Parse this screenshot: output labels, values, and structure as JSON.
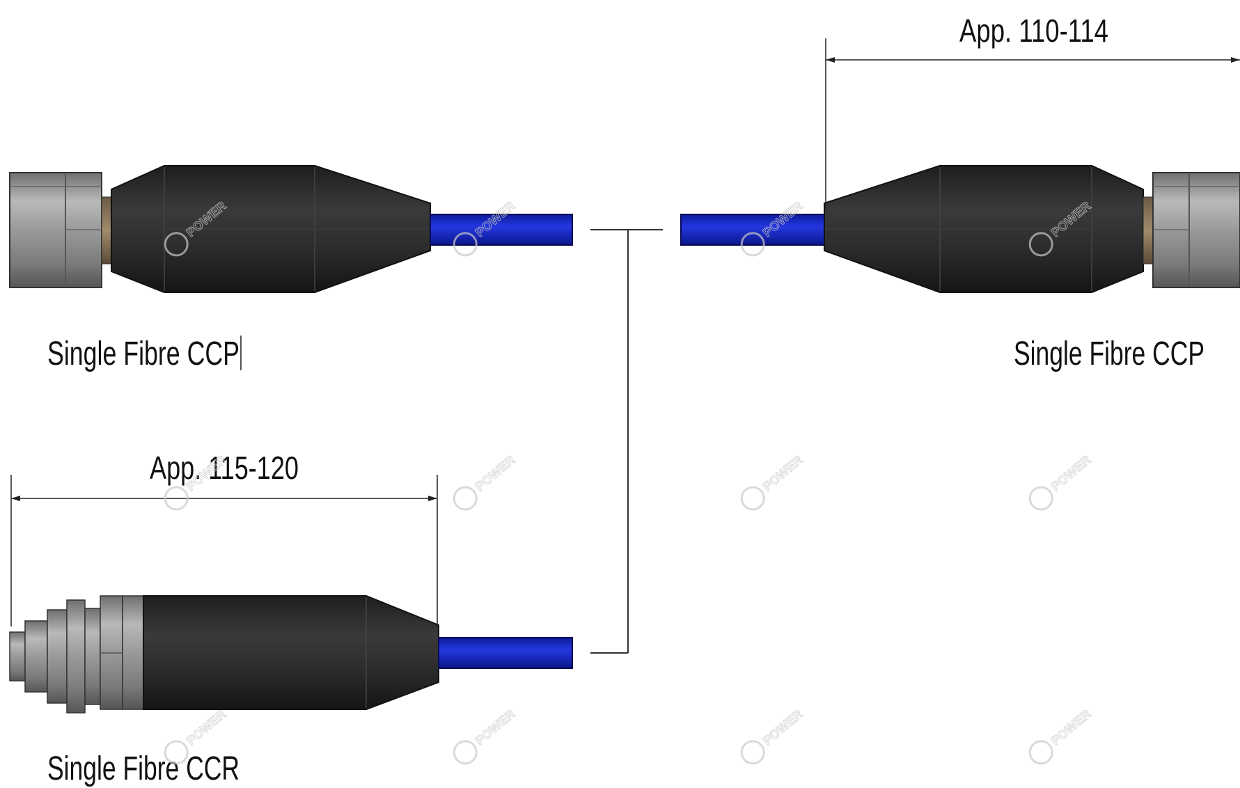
{
  "labels": {
    "top_left_connector": "Single Fibre CCP",
    "top_right_connector": "Single Fibre CCP",
    "bottom_left_connector": "Single Fibre CCR"
  },
  "dimensions": {
    "top_right": "App. 110-114",
    "bottom_left": "App. 115-120"
  },
  "watermark": {
    "text": "POWER"
  },
  "colors": {
    "cable_blue": "#1b2fcf",
    "boot_black": "#2a2a2a",
    "metal_grey": "#8e8e8e"
  }
}
